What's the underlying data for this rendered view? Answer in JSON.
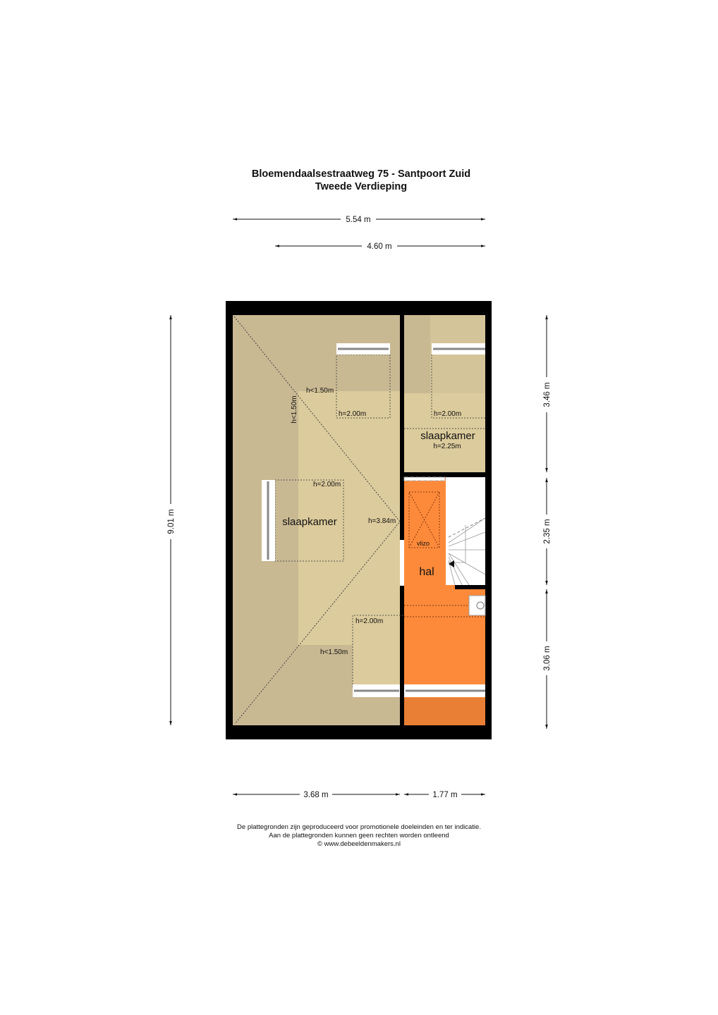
{
  "header": {
    "address": "Bloemendaalsestraatweg 75 - Santpoort Zuid",
    "floor": "Tweede Verdieping"
  },
  "dimensions": {
    "top_total": "5.54 m",
    "top_partial": "4.60 m",
    "left_total": "9.01 m",
    "right_top": "3.46 m",
    "right_middle": "2.35 m",
    "right_bottom": "3.06 m",
    "bottom_left": "3.68 m",
    "bottom_right": "1.77 m"
  },
  "rooms": {
    "bedroom_left": "slaapkamer",
    "bedroom_right": "slaapkamer",
    "bedroom_right_height": "h=2.25m",
    "hall": "hal",
    "attic_hatch": "vlizo"
  },
  "heights": {
    "dormer_top_left": "h=2.00m",
    "dormer_top_right": "h=2.00m",
    "dormer_left": "h=2.00m",
    "dormer_bottom": "h=2.00m",
    "low_top": "h<1.50m",
    "low_vertical": "h<1.50m",
    "low_bottom": "h<1.50m",
    "ridge": "h=3.84m"
  },
  "footer": {
    "line1": "De plattegronden zijn geproduceerd voor promotionele doeleinden en ter indicatie.",
    "line2": "Aan de plattegronden kunnen geen rechten worden ontleend",
    "line3": "© www.debeeldenmakers.nl"
  },
  "colors": {
    "wall": "#000000",
    "roof_low": "#c9b993",
    "roof_high": "#dccb9c",
    "hall": "#fd8a3a",
    "hall_dark": "#e87f35"
  }
}
